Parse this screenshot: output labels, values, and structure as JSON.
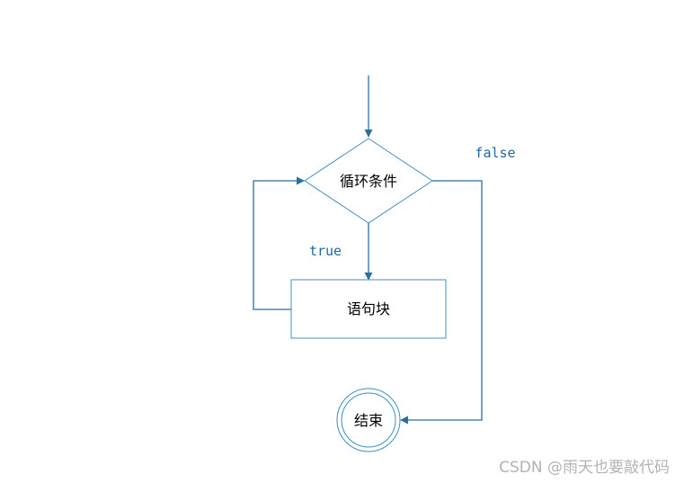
{
  "diagram": {
    "condition_label": "循环条件",
    "block_label": "语句块",
    "end_label": "结束",
    "true_label": "true",
    "false_label": "false"
  },
  "watermark": "CSDN @雨天也要敲代码",
  "colors": {
    "stroke": "#3d8fc4",
    "line": "#2a6f9e",
    "branch_text": "#1f6aa0",
    "watermark": "#b3b3b3"
  }
}
